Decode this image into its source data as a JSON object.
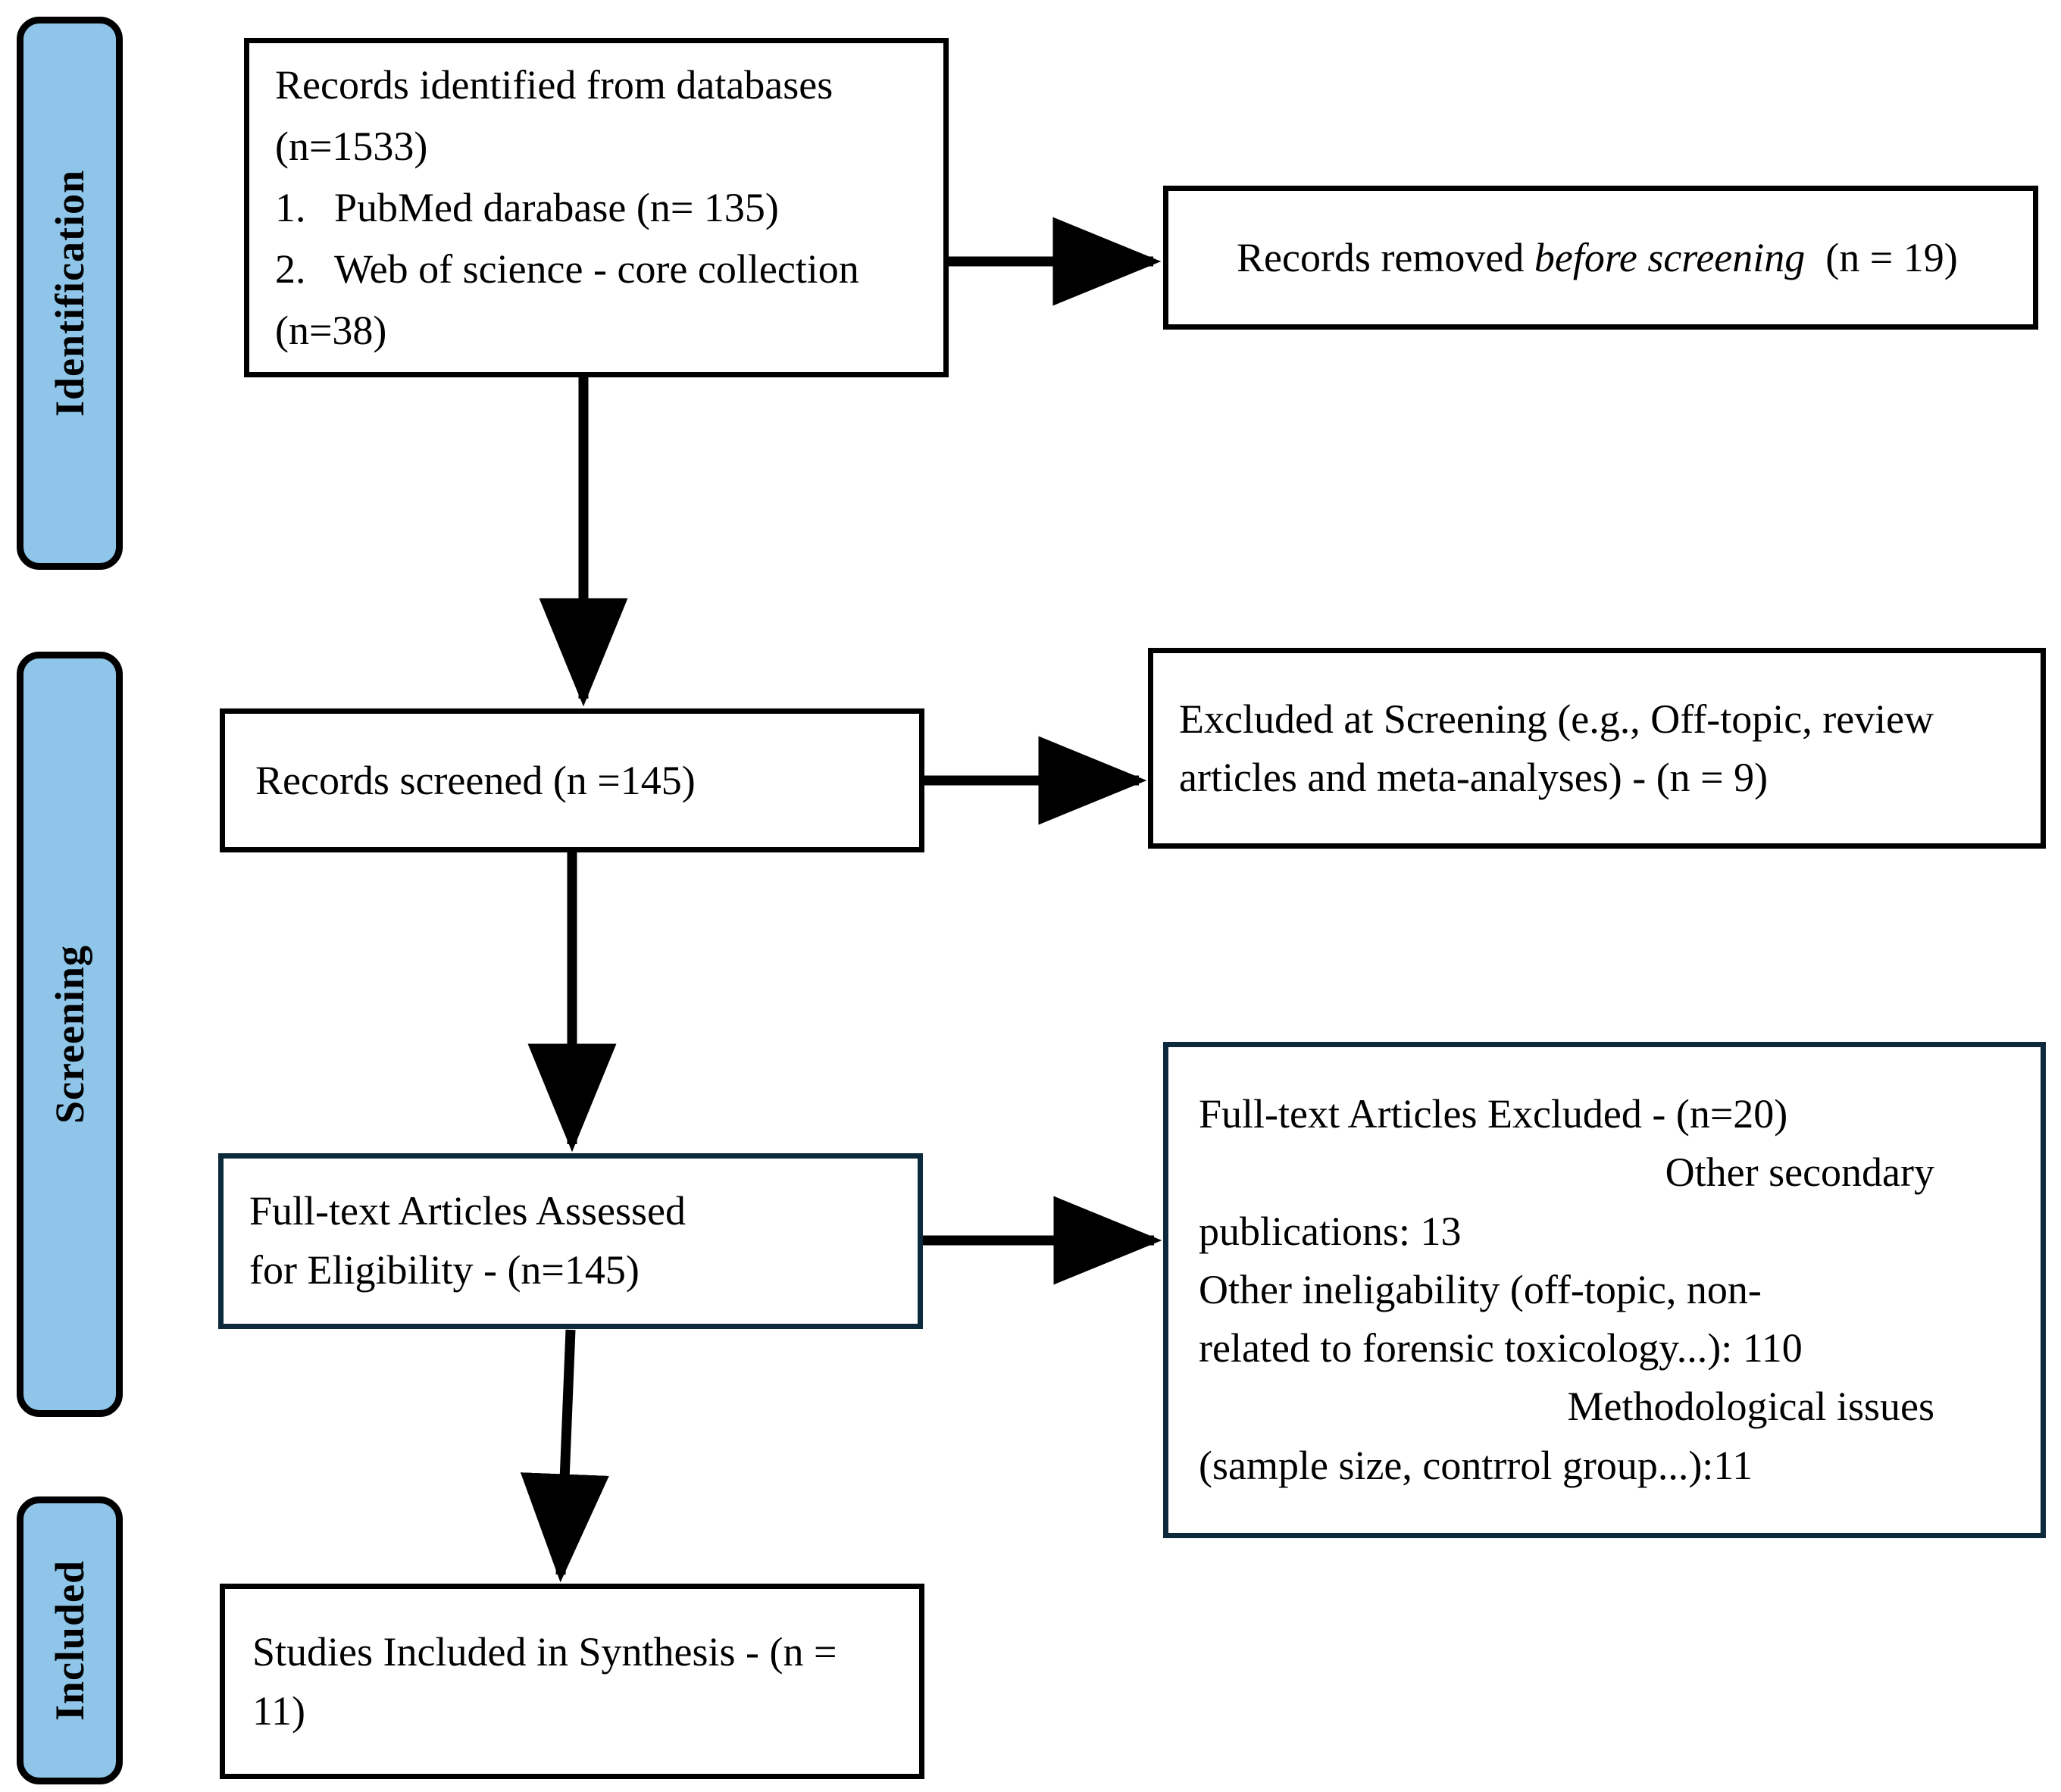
{
  "diagram": {
    "title": "PRISMA flow diagram",
    "colors": {
      "stage_bar_fill": "#8ec5e8",
      "stage_bar_border": "#000000",
      "box_border_black": "#000000",
      "box_border_navy": "#0d2a3d",
      "text": "#000000",
      "background": "#ffffff"
    }
  },
  "stages": [
    {
      "key": "identification",
      "label": "Identification"
    },
    {
      "key": "screening",
      "label": "Screening"
    },
    {
      "key": "included",
      "label": "Included"
    }
  ],
  "boxes": {
    "identified": {
      "heading": "Records identified from databases",
      "count_line": "(n=1533)",
      "sources": [
        {
          "num": "1.",
          "text": "PubMed darabase (n= 135)"
        },
        {
          "num": "2.",
          "text": "Web of science - core collection"
        }
      ],
      "sources_tail": "(n=38)"
    },
    "removed": {
      "text_before": "Records removed ",
      "text_italic": "before screening",
      "text_after": "  (n = 19)"
    },
    "screened": {
      "text": "Records screened (n =145)"
    },
    "excluded_screening": {
      "line1": "Excluded at Screening (e.g., Off-topic, review",
      "line2": "articles and meta-analyses) - (n = 9)"
    },
    "fulltext_assessed": {
      "line1": "Full-text Articles Assessed",
      "line2": "for Eligibility - (n=145)"
    },
    "fulltext_excluded": {
      "line1": "Full-text Articles Excluded - (n=20)",
      "line2": "Other secondary",
      "line3": "publications: 13",
      "line4": "Other ineligability (off-topic, non-",
      "line5": "related to forensic toxicology...): 110",
      "line6": "Methodological issues",
      "line7": "(sample size, contrrol group...):11"
    },
    "included": {
      "line1": "Studies Included in Synthesis - (n =",
      "line2": "11)"
    }
  },
  "connectors": [
    {
      "name": "identified-to-removed",
      "direction": "right"
    },
    {
      "name": "identified-to-screened",
      "direction": "down"
    },
    {
      "name": "screened-to-excluded-screening",
      "direction": "right"
    },
    {
      "name": "screened-to-fulltext",
      "direction": "down"
    },
    {
      "name": "fulltext-to-fulltext-excluded",
      "direction": "right"
    },
    {
      "name": "fulltext-to-included",
      "direction": "down"
    }
  ]
}
